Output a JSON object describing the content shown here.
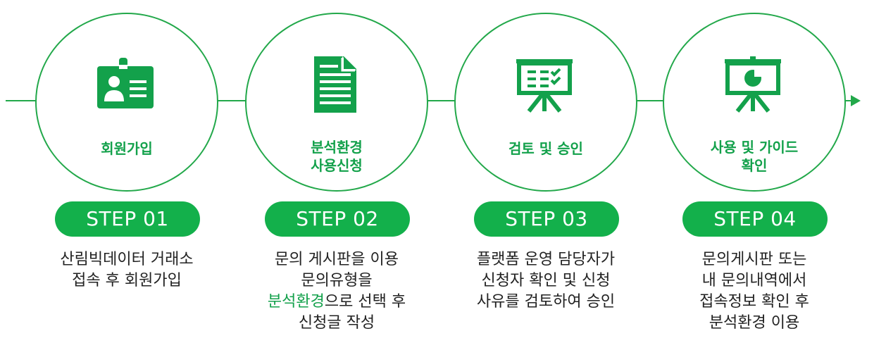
{
  "colors": {
    "accent": "#13b04b",
    "line": "#22a84a",
    "text": "#222222"
  },
  "steps": [
    {
      "icon": "id-card-icon",
      "title": "회원가입",
      "pill": "STEP 01",
      "desc": [
        "산림빅데이터 거래소",
        "접속 후 회원가입"
      ]
    },
    {
      "icon": "document-icon",
      "title": "분석환경\n사용신청",
      "pill": "STEP 02",
      "desc": [
        "문의 게시판을 이용",
        "문의유형을"
      ],
      "desc_highlight": "분석환경",
      "desc_after": "으로 선택 후",
      "desc_last": "신청글 작성"
    },
    {
      "icon": "presentation-checklist-icon",
      "title": "검토 및 승인",
      "pill": "STEP 03",
      "desc": [
        "플랫폼 운영 담당자가",
        "신청자 확인 및 신청",
        "사유를 검토하여 승인"
      ]
    },
    {
      "icon": "presentation-piechart-icon",
      "title": "사용 및 가이드\n확인",
      "pill": "STEP 04",
      "desc": [
        "문의게시판 또는",
        "내 문의내역에서",
        "접속정보 확인 후",
        "분석환경 이용"
      ]
    }
  ]
}
